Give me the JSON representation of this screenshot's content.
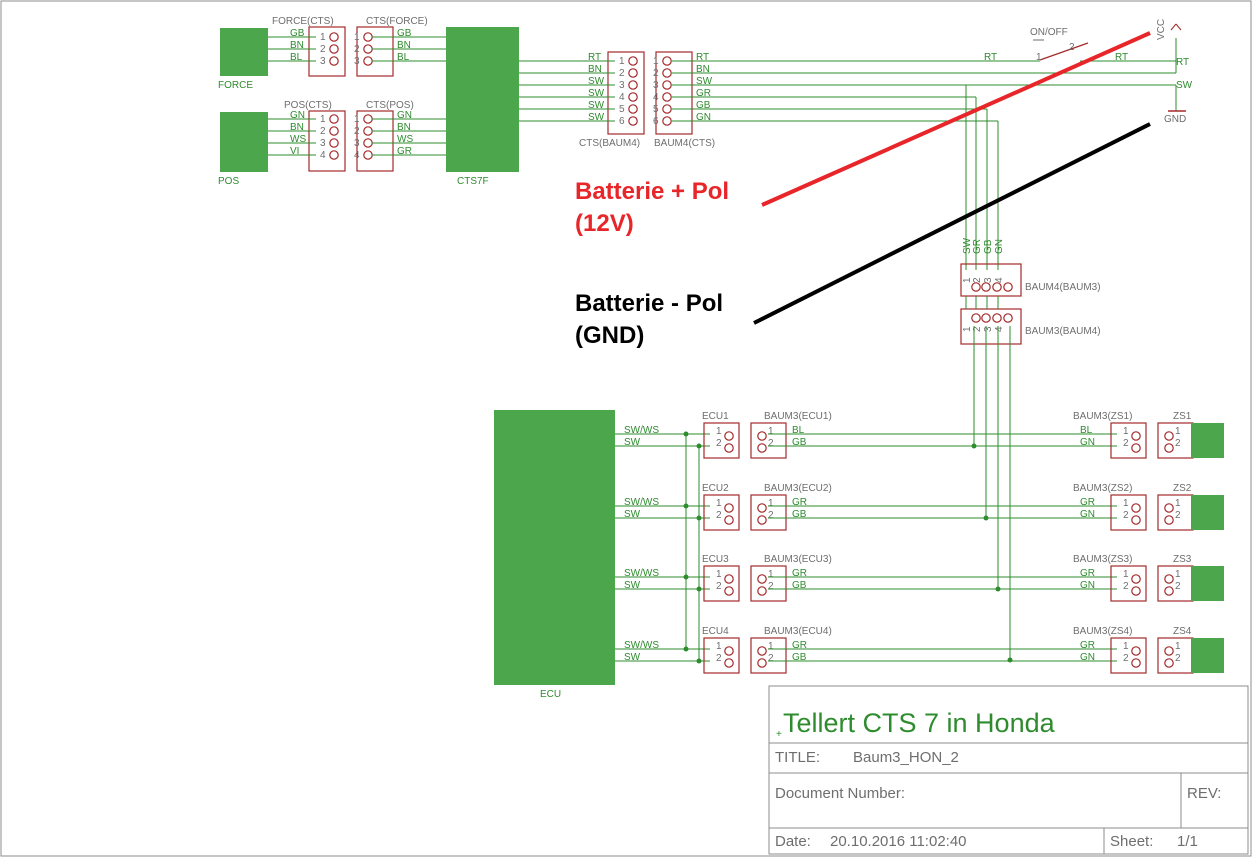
{
  "connectors": {
    "force_cts": {
      "name": "FORCE(CTS)",
      "pins": [
        "1",
        "2",
        "3"
      ]
    },
    "cts_force": {
      "name": "CTS(FORCE)",
      "pins": [
        "1",
        "2",
        "3"
      ]
    },
    "pos_cts": {
      "name": "POS(CTS)",
      "pins": [
        "1",
        "2",
        "3",
        "4"
      ]
    },
    "cts_pos": {
      "name": "CTS(POS)",
      "pins": [
        "1",
        "2",
        "3",
        "4"
      ]
    },
    "cts_baum4": {
      "name": "CTS(BAUM4)",
      "pins": [
        "1",
        "2",
        "3",
        "4",
        "5",
        "6"
      ]
    },
    "baum4_cts": {
      "name": "BAUM4(CTS)",
      "pins": [
        "1",
        "2",
        "3",
        "4",
        "5",
        "6"
      ]
    },
    "baum4_baum3": {
      "name": "BAUM4(BAUM3)",
      "pins": [
        "1",
        "2",
        "3",
        "4"
      ]
    },
    "baum3_baum4": {
      "name": "BAUM3(BAUM4)",
      "pins": [
        "1",
        "2",
        "3",
        "4"
      ]
    }
  },
  "modules": {
    "force": "FORCE",
    "pos": "POS",
    "cts7f": "CTS7F",
    "ecu": "ECU"
  },
  "wires": {
    "force": [
      "GB",
      "BN",
      "BL"
    ],
    "pos": [
      "GN",
      "BN",
      "WS",
      "VI"
    ],
    "pos_right": [
      "GN",
      "BN",
      "WS",
      "GR"
    ],
    "baum4": [
      "RT",
      "BN",
      "SW",
      "SW",
      "SW",
      "SW"
    ],
    "baum4_right": [
      "RT",
      "BN",
      "SW",
      "GR",
      "GB",
      "GN"
    ],
    "vertical": [
      "SW",
      "GR",
      "GB",
      "GN"
    ],
    "rt_mid": "RT",
    "rt_right": "RT",
    "sw_right": "SW"
  },
  "power": {
    "switch_label": "ON/OFF",
    "vcc": "VCC",
    "gnd": "GND",
    "switch_pins": [
      "1",
      "2"
    ]
  },
  "channels": [
    {
      "ecu": "ECU1",
      "baum": "BAUM3(ECU1)",
      "zs_baum": "BAUM3(ZS1)",
      "zs": "ZS1",
      "ecu_w1": "SW/WS",
      "ecu_w2": "SW",
      "w1": "BL",
      "w2": "GB",
      "zw1": "BL",
      "zw2": "GN"
    },
    {
      "ecu": "ECU2",
      "baum": "BAUM3(ECU2)",
      "zs_baum": "BAUM3(ZS2)",
      "zs": "ZS2",
      "ecu_w1": "SW/WS",
      "ecu_w2": "SW",
      "w1": "GR",
      "w2": "GB",
      "zw1": "GR",
      "zw2": "GN"
    },
    {
      "ecu": "ECU3",
      "baum": "BAUM3(ECU3)",
      "zs_baum": "BAUM3(ZS3)",
      "zs": "ZS3",
      "ecu_w1": "SW/WS",
      "ecu_w2": "SW",
      "w1": "GR",
      "w2": "GB",
      "zw1": "GR",
      "zw2": "GN"
    },
    {
      "ecu": "ECU4",
      "baum": "BAUM3(ECU4)",
      "zs_baum": "BAUM3(ZS4)",
      "zs": "ZS4",
      "ecu_w1": "SW/WS",
      "ecu_w2": "SW",
      "w1": "GR",
      "w2": "GB",
      "zw1": "GR",
      "zw2": "GN"
    }
  ],
  "two_pins": [
    "1",
    "2"
  ],
  "annotations": {
    "battery_plus_line1": "Batterie + Pol",
    "battery_plus_line2": "(12V)",
    "battery_minus_line1": "Batterie - Pol",
    "battery_minus_line2": "(GND)",
    "plus_color": "#e8262a",
    "minus_color": "#000000"
  },
  "title_block": {
    "heading": "Tellert CTS 7 in Honda",
    "title_label": "TITLE:",
    "title_value": "Baum3_HON_2",
    "docnum_label": "Document Number:",
    "rev_label": "REV:",
    "date_label": "Date:",
    "date_value": "20.10.2016 11:02:40",
    "sheet_label": "Sheet:",
    "sheet_value": "1/1"
  },
  "colors": {
    "module_green": "#4ca64c",
    "wire_green": "#2e8b2e",
    "part_red": "#a52a2a",
    "frame_gray": "#8c8c8c"
  }
}
